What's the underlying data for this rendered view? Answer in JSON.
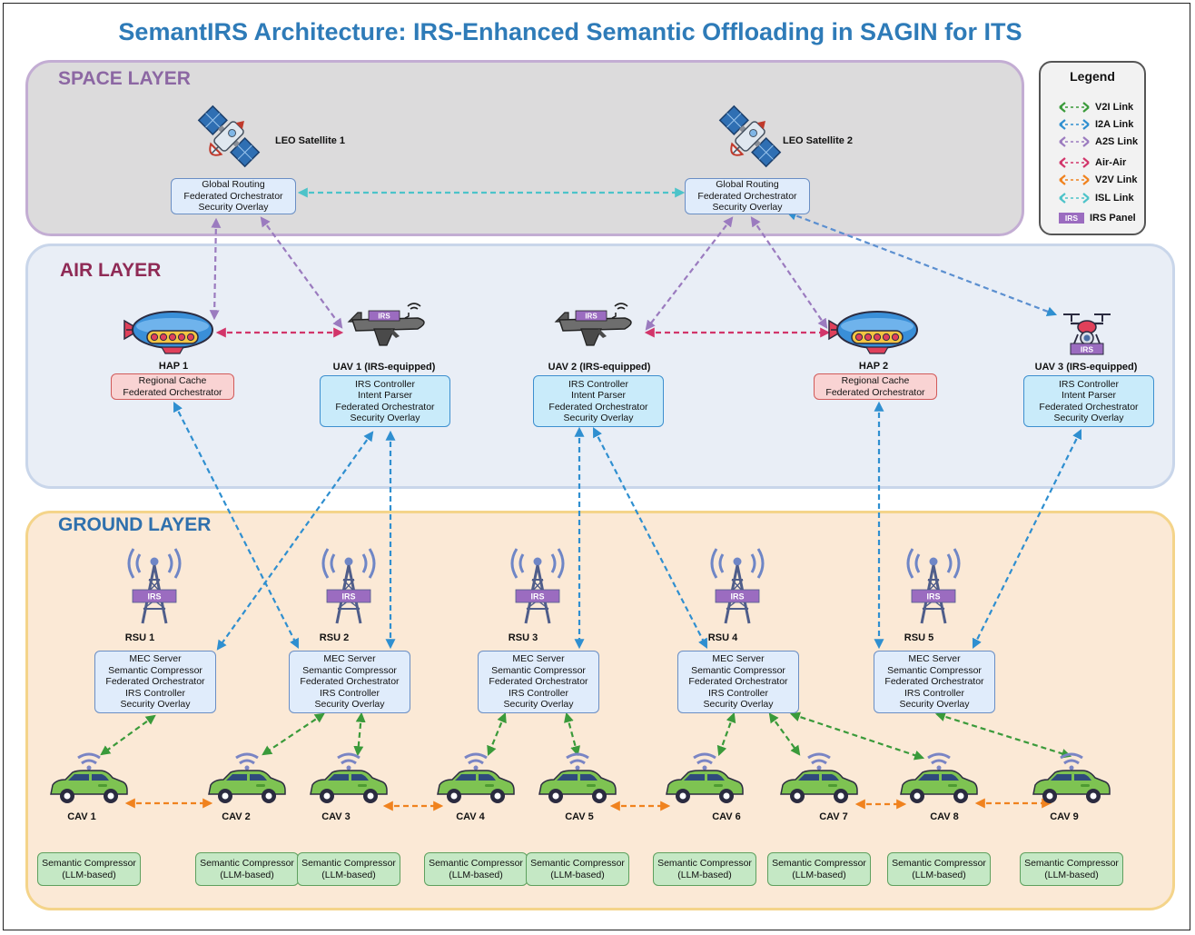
{
  "title": "SemantIRS Architecture: IRS-Enhanced Semantic Offloading in SAGIN for ITS",
  "colors": {
    "v2i": "#3a9a3a",
    "i2a": "#2f8fd0",
    "a2s": "#9b7bbf",
    "air_air": "#d2356a",
    "v2v": "#f0821e",
    "isl": "#4cc3c9",
    "irs_panel": "#9b6cc0"
  },
  "legend": {
    "title": "Legend",
    "items": [
      {
        "label": "V2I Link",
        "color": "#3a9a3a"
      },
      {
        "label": "I2A Link",
        "color": "#2f8fd0"
      },
      {
        "label": "A2S Link",
        "color": "#9b7bbf"
      },
      {
        "label": "Air-Air",
        "color": "#d2356a"
      },
      {
        "label": "V2V Link",
        "color": "#f0821e"
      },
      {
        "label": "ISL Link",
        "color": "#4cc3c9"
      }
    ],
    "irs_tag": "IRS",
    "irs_label": "IRS Panel"
  },
  "space": {
    "title": "SPACE LAYER",
    "satellites": [
      {
        "label": "LEO Satellite 1",
        "icon": "satellite-icon",
        "lines": [
          "Global Routing",
          "Federated Orchestrator",
          "Security Overlay"
        ]
      },
      {
        "label": "LEO Satellite 2",
        "icon": "satellite-icon",
        "lines": [
          "Global Routing",
          "Federated Orchestrator",
          "Security Overlay"
        ]
      }
    ]
  },
  "air": {
    "title": "AIR LAYER",
    "haps": [
      {
        "label": "HAP 1",
        "icon": "airship-icon",
        "lines": [
          "Regional Cache",
          "Federated Orchestrator"
        ]
      },
      {
        "label": "HAP 2",
        "icon": "airship-icon",
        "lines": [
          "Regional Cache",
          "Federated Orchestrator"
        ]
      }
    ],
    "uavs": [
      {
        "label": "UAV 1 (IRS-equipped)",
        "icon": "drone-plane-icon",
        "irs": "IRS",
        "lines": [
          "IRS Controller",
          "Intent Parser",
          "Federated Orchestrator",
          "Security Overlay"
        ]
      },
      {
        "label": "UAV 2 (IRS-equipped)",
        "icon": "drone-plane-icon",
        "irs": "IRS",
        "lines": [
          "IRS Controller",
          "Intent Parser",
          "Federated Orchestrator",
          "Security Overlay"
        ]
      },
      {
        "label": "UAV 3 (IRS-equipped)",
        "icon": "quadcopter-icon",
        "irs": "IRS",
        "lines": [
          "IRS Controller",
          "Intent Parser",
          "Federated Orchestrator",
          "Security Overlay"
        ]
      }
    ]
  },
  "ground": {
    "title": "GROUND LAYER",
    "rsus": [
      {
        "label": "RSU 1",
        "irs": "IRS",
        "lines": [
          "MEC Server",
          "Semantic Compressor",
          "Federated Orchestrator",
          "IRS Controller",
          "Security Overlay"
        ]
      },
      {
        "label": "RSU 2",
        "irs": "IRS",
        "lines": [
          "MEC Server",
          "Semantic Compressor",
          "Federated Orchestrator",
          "IRS Controller",
          "Security Overlay"
        ]
      },
      {
        "label": "RSU 3",
        "irs": "IRS",
        "lines": [
          "MEC Server",
          "Semantic Compressor",
          "Federated Orchestrator",
          "IRS Controller",
          "Security Overlay"
        ]
      },
      {
        "label": "RSU 4",
        "irs": "IRS",
        "lines": [
          "MEC Server",
          "Semantic Compressor",
          "Federated Orchestrator",
          "IRS Controller",
          "Security Overlay"
        ]
      },
      {
        "label": "RSU 5",
        "irs": "IRS",
        "lines": [
          "MEC Server",
          "Semantic Compressor",
          "Federated Orchestrator",
          "IRS Controller",
          "Security Overlay"
        ]
      }
    ],
    "cavs": [
      {
        "label": "CAV 1",
        "lines": [
          "Semantic Compressor",
          "(LLM-based)"
        ]
      },
      {
        "label": "CAV 2",
        "lines": [
          "Semantic Compressor",
          "(LLM-based)"
        ]
      },
      {
        "label": "CAV 3",
        "lines": [
          "Semantic Compressor",
          "(LLM-based)"
        ]
      },
      {
        "label": "CAV 4",
        "lines": [
          "Semantic Compressor",
          "(LLM-based)"
        ]
      },
      {
        "label": "CAV 5",
        "lines": [
          "Semantic Compressor",
          "(LLM-based)"
        ]
      },
      {
        "label": "CAV 6",
        "lines": [
          "Semantic Compressor",
          "(LLM-based)"
        ]
      },
      {
        "label": "CAV  7",
        "lines": [
          "Semantic Compressor",
          "(LLM-based)"
        ]
      },
      {
        "label": "CAV 8",
        "lines": [
          "Semantic Compressor",
          "(LLM-based)"
        ]
      },
      {
        "label": "CAV 9",
        "lines": [
          "Semantic Compressor",
          "(LLM-based)"
        ]
      }
    ]
  }
}
